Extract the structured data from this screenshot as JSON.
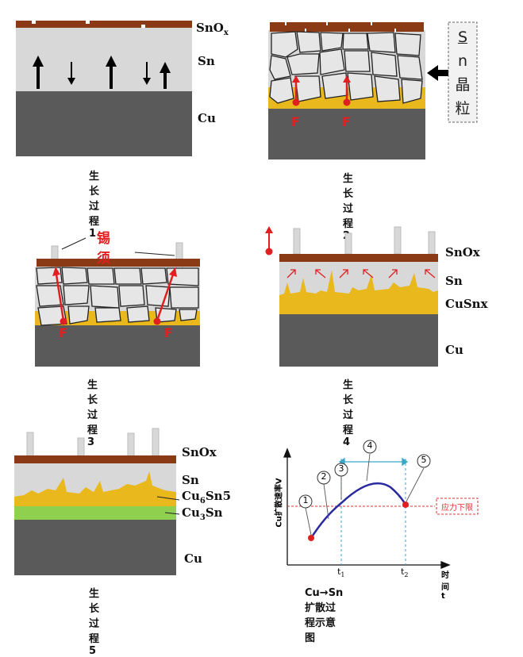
{
  "p1": {
    "caption": "生长过程 1",
    "labels": {
      "oxide": "SnO",
      "oxide_sub": "x",
      "tin": "Sn",
      "copper": "Cu"
    }
  },
  "p2": {
    "caption": "生长过程 2",
    "force_label": "F",
    "grain_label_chars": [
      "S",
      "n",
      "晶",
      "粒"
    ]
  },
  "p3": {
    "caption": "生长过程 3",
    "force_label": "F",
    "whisker_label": "锡须"
  },
  "p4": {
    "caption": "生长过程 4",
    "labels": {
      "oxide": "SnOx",
      "tin": "Sn",
      "imc": "CuSnx",
      "copper": "Cu"
    }
  },
  "p5": {
    "caption": "生长过程 5",
    "labels": {
      "oxide": "SnOx",
      "tin": "Sn",
      "imc1_a": "Cu",
      "imc1_sub": "6",
      "imc1_b": "Sn5",
      "imc2_a": "Cu",
      "imc2_sub": "3",
      "imc2_b": "Sn",
      "copper": "Cu"
    }
  },
  "p6": {
    "caption": "Cu→Sn 扩散过程示意图",
    "ylabel": "Cu扩散速率V",
    "xlabel": "时间t",
    "t1": "t",
    "t1_sub": "1",
    "t2": "t",
    "t2_sub": "2",
    "threshold_label": "应力下限",
    "markers": [
      "1",
      "2",
      "3",
      "4",
      "5"
    ]
  },
  "colors": {
    "oxide": "#8b3a16",
    "tin": "#d8d8d8",
    "copper": "#5a5a5a",
    "imc": "#e8b81c",
    "cu3sn": "#8fd14f",
    "force": "#e02020",
    "curve": "#2a2aa0"
  }
}
